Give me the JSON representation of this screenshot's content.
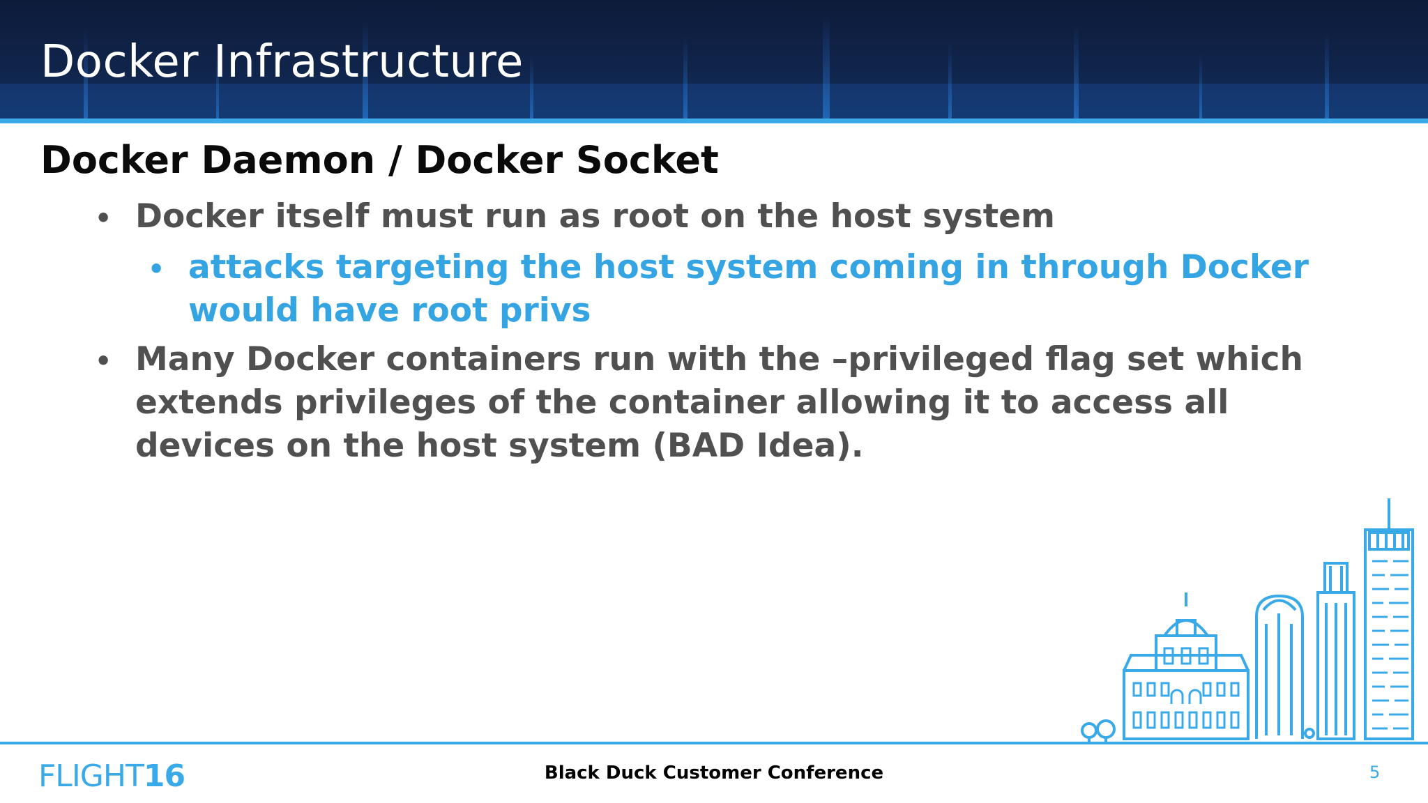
{
  "slide": {
    "title": "Docker Infrastructure",
    "subtitle": "Docker Daemon / Docker Socket",
    "bullets": [
      {
        "level": 1,
        "text": "Docker itself must run as root on the host system"
      },
      {
        "level": 2,
        "text": "attacks targeting the host system coming in through Docker would have root privs",
        "color": "#35a4e3"
      },
      {
        "level": 1,
        "text": "Many Docker containers run with the –privileged flag set which extends privileges of the container allowing it to access all devices on the host system (BAD Idea)."
      }
    ]
  },
  "footer": {
    "logo_text": "FLIGHT",
    "logo_number": "16",
    "conference": "Black Duck Customer Conference",
    "page_number": "5"
  },
  "colors": {
    "accent": "#3aa9e8",
    "header_bg": "#0d1b3a",
    "body_text": "#505050",
    "highlight_text": "#35a4e3"
  },
  "icons": [
    "bullet-dot-icon",
    "city-skyline-illustration"
  ]
}
